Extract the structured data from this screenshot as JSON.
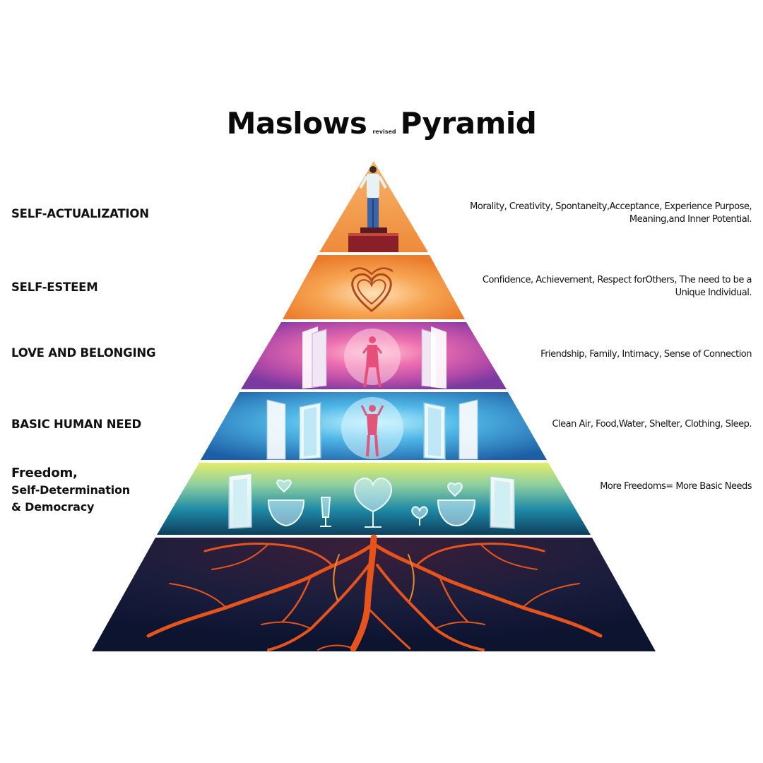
{
  "title": {
    "main_left": "Maslows",
    "small": "revised",
    "main_right": "Pyramid"
  },
  "levels": [
    {
      "label": "SELF-ACTUALIZATION",
      "description_lines": [
        "Morality, Creativity, Spontaneity,Acceptance, Experience Purpose,",
        "Meaning,and Inner Potential."
      ],
      "colors": [
        "#f3a14c",
        "#fbd8b2"
      ]
    },
    {
      "label": "SELF-ESTEEM",
      "description_lines": [
        "Confidence, Achievement, Respect forOthers, The need to be a",
        "Unique Individual."
      ],
      "colors": [
        "#f08a35",
        "#ffd7a6"
      ]
    },
    {
      "label": "LOVE AND BELONGING",
      "description_lines": [
        "Friendship, Family, Intimacy, Sense of Connection"
      ],
      "colors": [
        "#8a3c9e",
        "#ff9fc2"
      ]
    },
    {
      "label": "BASIC HUMAN NEED",
      "description_lines": [
        "Clean Air, Food,Water, Shelter, Clothing, Sleep."
      ],
      "colors": [
        "#1e6fb0",
        "#9ee3f5"
      ]
    },
    {
      "label_lines": [
        "Freedom,",
        "Self-Determination",
        "& Democracy"
      ],
      "description_lines": [
        "More Freedoms= More Basic Needs"
      ],
      "colors": [
        "#0f4f6e",
        "#d8e85a"
      ]
    },
    {
      "label": "",
      "description_lines": [],
      "colors": [
        "#111a36",
        "#e0501b"
      ]
    }
  ],
  "icons": [
    "person-icon",
    "heart-icon",
    "door-icon",
    "goblet-icon",
    "roots-icon"
  ]
}
